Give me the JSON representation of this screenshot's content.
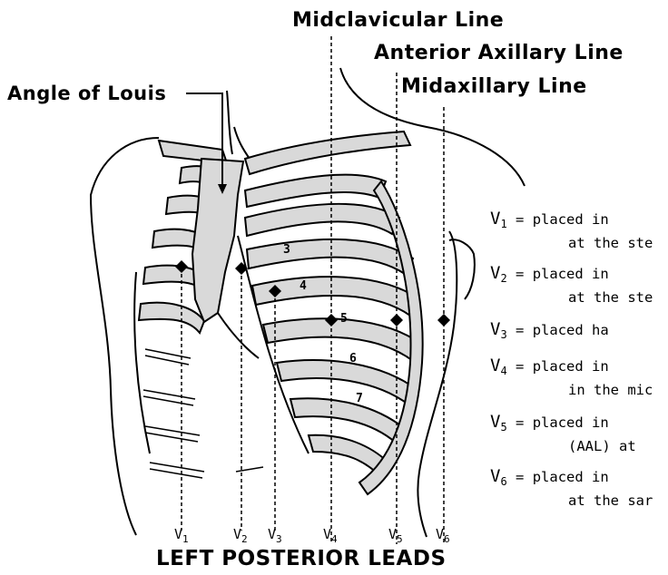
{
  "diagram": {
    "headers": {
      "midclavicular": "Midclavicular Line",
      "anterior_axillary": "Anterior Axillary Line",
      "midaxillary": "Midaxillary Line",
      "angle_of_louis": "Angle of Louis"
    },
    "rib_numbers": [
      "3",
      "4",
      "5",
      "6",
      "7"
    ],
    "leads": [
      {
        "letter": "V",
        "number": "1",
        "desc1": "= placed in",
        "desc2": "at the ste"
      },
      {
        "letter": "V",
        "number": "2",
        "desc1": "= placed in",
        "desc2": "at the ste"
      },
      {
        "letter": "V",
        "number": "3",
        "desc1": "= placed ha",
        "desc2": ""
      },
      {
        "letter": "V",
        "number": "4",
        "desc1": "= placed in",
        "desc2": "in the mic"
      },
      {
        "letter": "V",
        "number": "5",
        "desc1": "= placed in",
        "desc2": "(AAL) at"
      },
      {
        "letter": "V",
        "number": "6",
        "desc1": "= placed in",
        "desc2": "at the sar"
      }
    ],
    "footer": "LEFT POSTERIOR LEADS",
    "colors": {
      "rib_fill": "#d9d9d9",
      "ink": "#000000",
      "background": "#ffffff"
    }
  }
}
